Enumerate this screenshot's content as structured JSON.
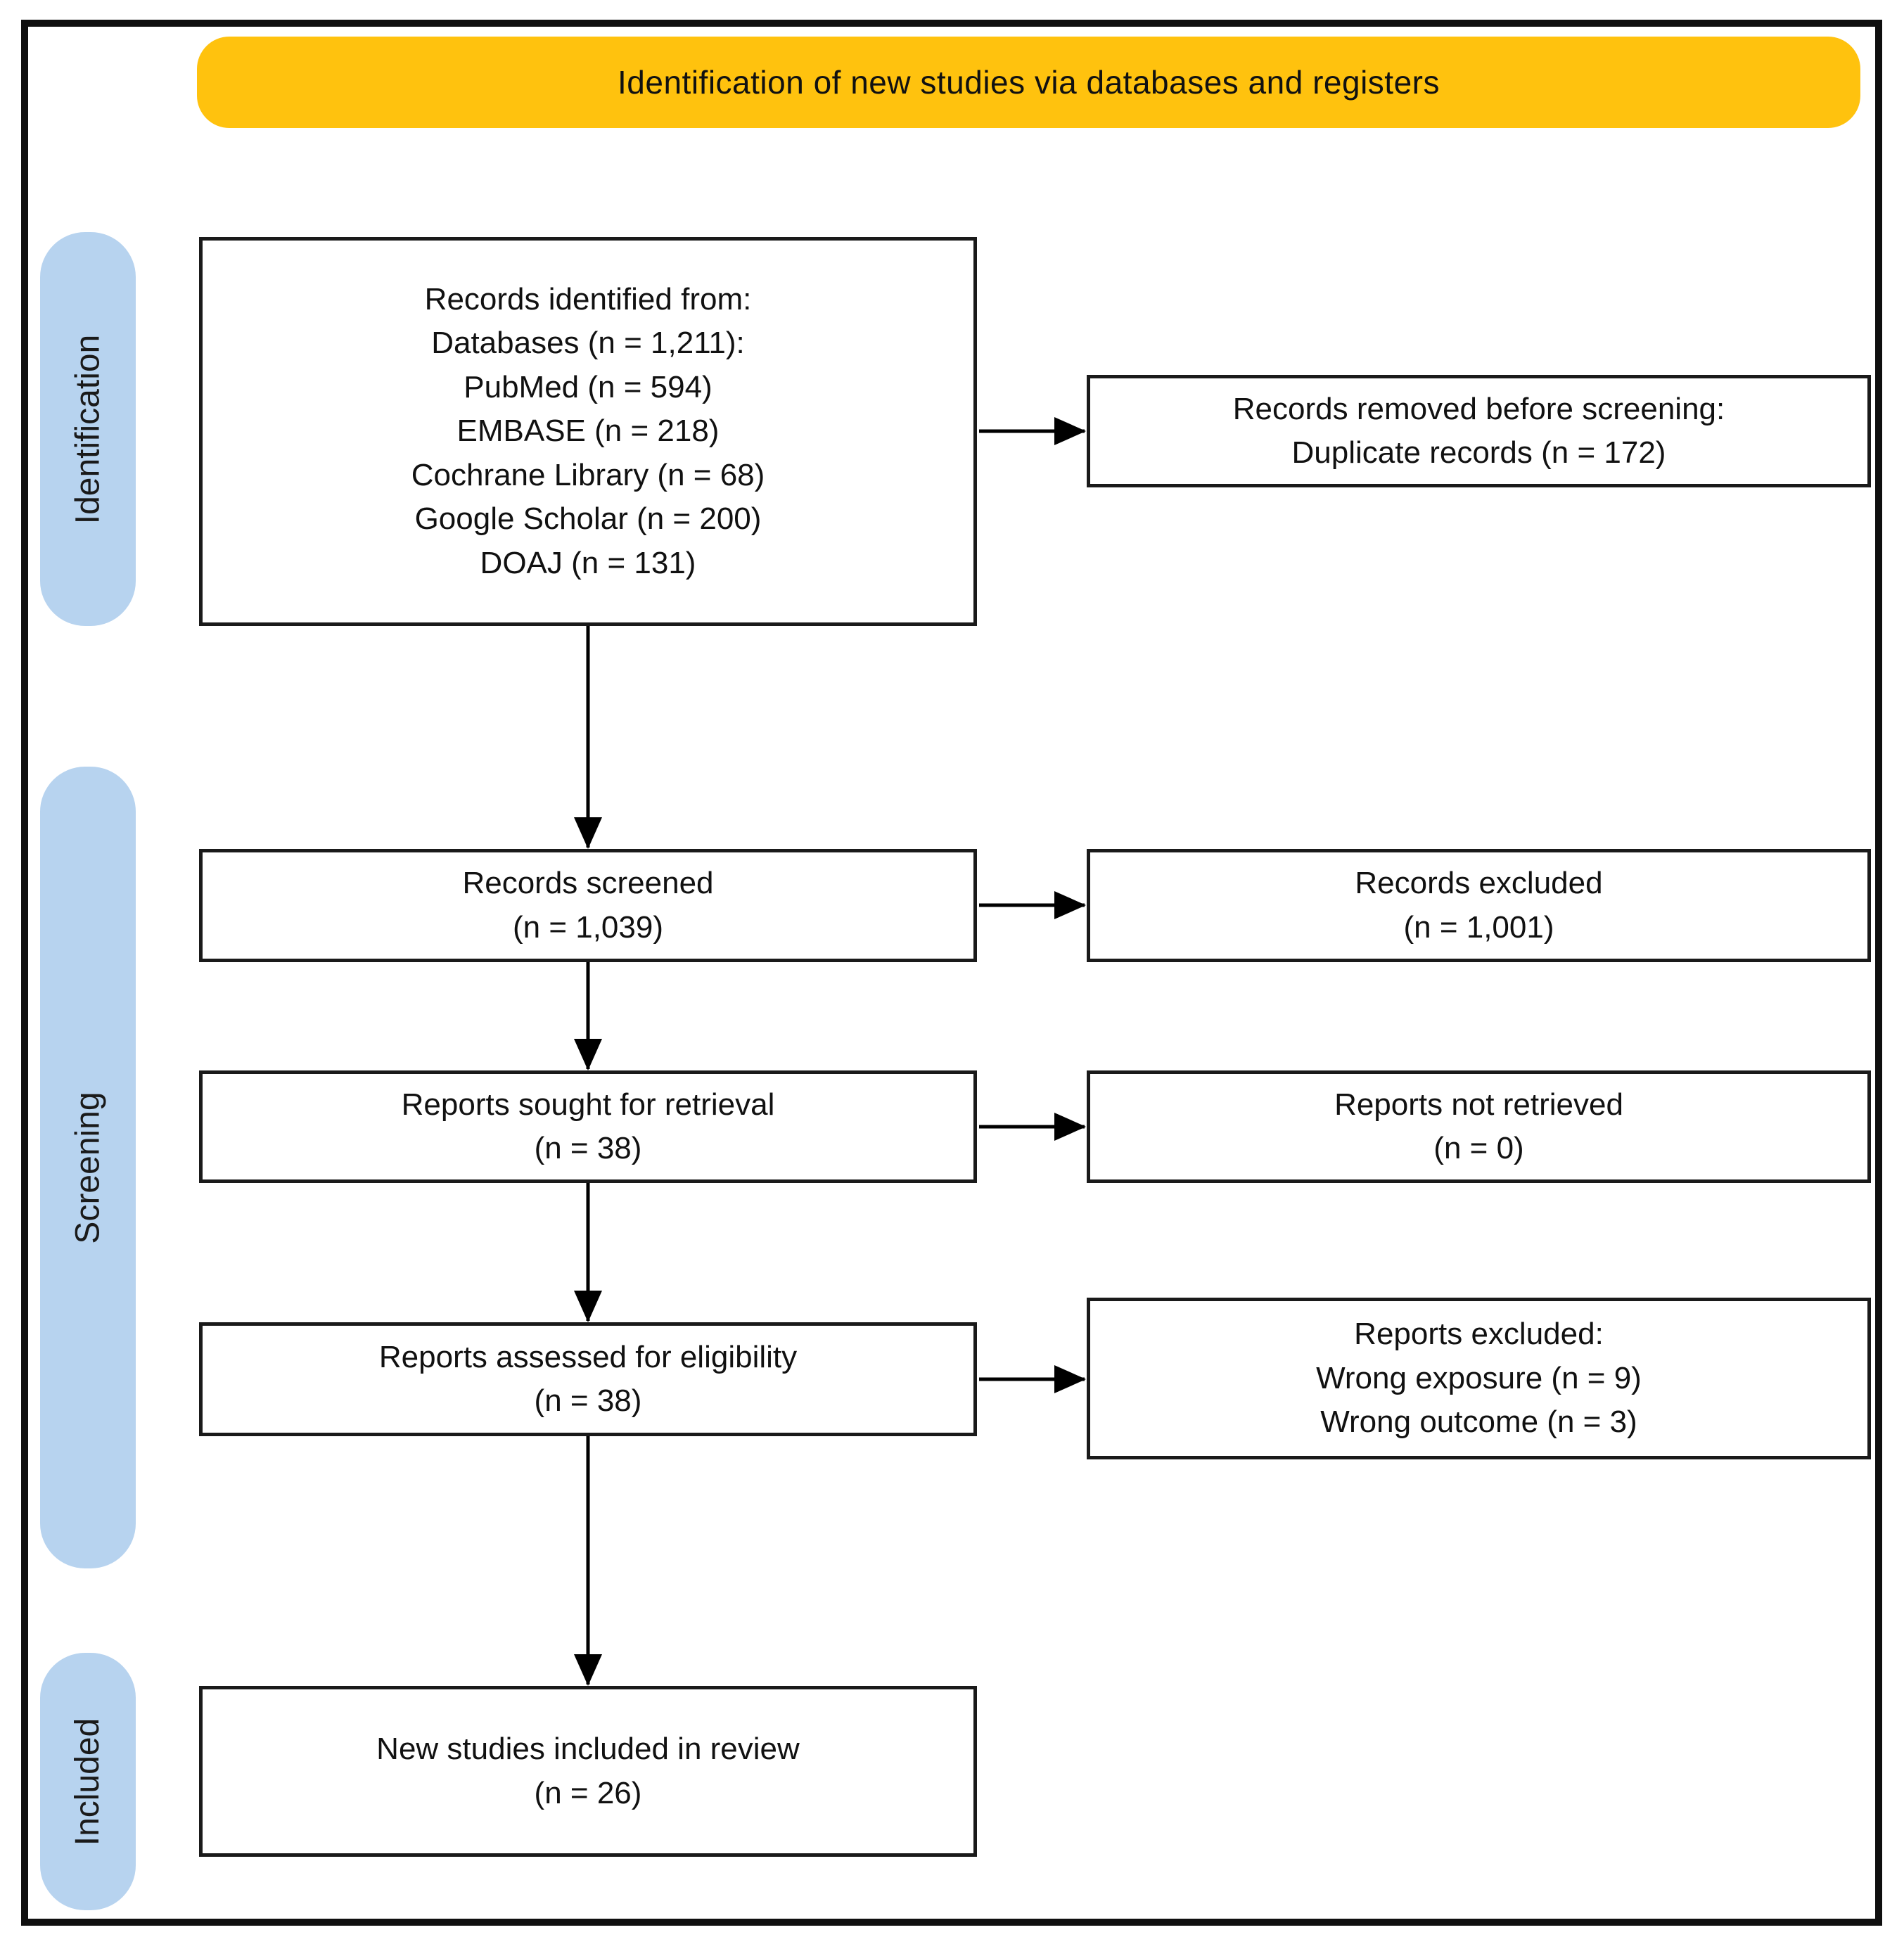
{
  "title": "Identification of new studies via databases and registers",
  "colors": {
    "header_bg": "#FFC20E",
    "stage_label_bg": "#B7D3EF",
    "box_border": "#1A1A1A",
    "frame_border": "#0F0F0F",
    "text": "#111111"
  },
  "stages": [
    {
      "label": "Identification"
    },
    {
      "label": "Screening"
    },
    {
      "label": "Included"
    }
  ],
  "boxes": {
    "records_identified": {
      "lines": [
        "Records identified from:",
        "Databases (n = 1,211):",
        "PubMed (n = 594)",
        "EMBASE (n = 218)",
        "Cochrane Library (n = 68)",
        "Google Scholar (n = 200)",
        "DOAJ (n = 131)"
      ]
    },
    "records_removed": {
      "lines": [
        "Records removed before screening:",
        "Duplicate records (n = 172)"
      ]
    },
    "records_screened": {
      "lines": [
        "Records screened",
        "(n = 1,039)"
      ]
    },
    "records_excluded": {
      "lines": [
        "Records excluded",
        "(n = 1,001)"
      ]
    },
    "reports_sought": {
      "lines": [
        "Reports sought for retrieval",
        "(n = 38)"
      ]
    },
    "reports_not_retrieved": {
      "lines": [
        "Reports not retrieved",
        "(n = 0)"
      ]
    },
    "reports_assessed": {
      "lines": [
        "Reports assessed for eligibility",
        "(n = 38)"
      ]
    },
    "reports_excluded": {
      "lines": [
        "Reports excluded:",
        "Wrong exposure (n = 9)",
        "Wrong outcome (n = 3)"
      ]
    },
    "new_studies_included": {
      "lines": [
        "New studies included in review",
        "(n = 26)"
      ]
    }
  }
}
